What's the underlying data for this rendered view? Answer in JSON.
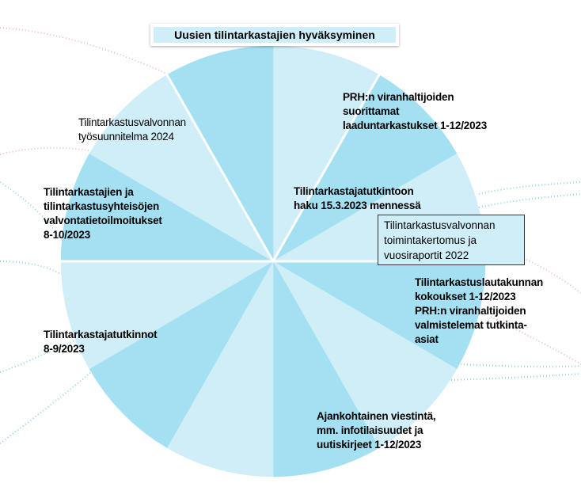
{
  "title": "Uusien tilintarkastajien hyväksyminen",
  "colors": {
    "light": "#cfeef8",
    "dark": "#a3e0f2",
    "dots_blue": "#8fd3ec",
    "dots_pink": "#f0b8c8"
  },
  "segments": [
    "light",
    "dark",
    "light",
    "dark",
    "light",
    "dark",
    "light",
    "dark",
    "light",
    "dark",
    "light",
    "dark"
  ],
  "labels": {
    "prh_quality": [
      "PRH:n viranhaltijoiden",
      "suorittamat",
      "laaduntarkastukset  1-12/2023"
    ],
    "exam_application": [
      "Tilintarkastajatutkintoon",
      "haku 15.3.2023 mennessä"
    ],
    "annual_report": [
      "Tilintarkastusvalvonnan",
      "toimintakertomus ja",
      "vuosiraportit 2022"
    ],
    "board_meetings": [
      "Tilintarkastuslautakunnan",
      "kokoukset 1-12/2023",
      "PRH:n viranhaltijoiden",
      "valmistelemat tutkinta-",
      "asiat"
    ],
    "communication": [
      "Ajankohtainen viestintä,",
      "mm. infotilaisuudet ja",
      "uutiskirjeet 1-12/2023"
    ],
    "exams": [
      "Tilintarkastajatutkinnot",
      "8-9/2023"
    ],
    "notifications": [
      "Tilintarkastajien ja",
      "tilintarkastusyhteisöjen",
      "valvontatietoilmoitukset",
      "8-10/2023"
    ],
    "work_plan": [
      "Tilintarkastusvalvonnan",
      "työsuunnitelma 2024"
    ]
  }
}
